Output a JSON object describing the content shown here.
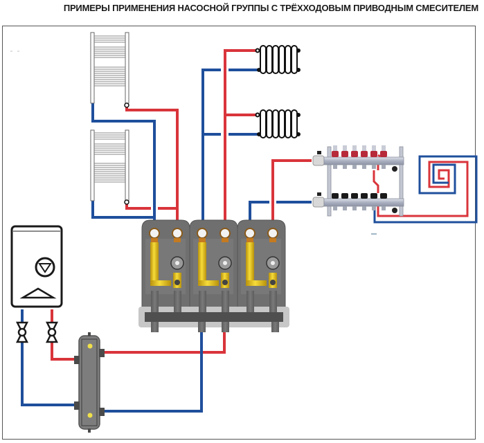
{
  "title": "ПРИМЕРЫ ПРИМЕНЕНИЯ НАСОСНОЙ ГРУППЫ С ТРЁХХОДОВЫМ ПРИВОДНЫМ СМЕСИТЕЛЕМ",
  "colors": {
    "supply_pipe": "#d9343b",
    "return_pipe": "#1f4f9c",
    "frame": "#555555",
    "pump_group_body": "#6b6b6b",
    "brass": "#e8c21e",
    "header_bar": "#c7c7c7"
  },
  "components": {
    "towel_radiators": [
      {
        "name": "towel-radiator-top"
      },
      {
        "name": "towel-radiator-bottom"
      }
    ],
    "section_radiators": [
      {
        "name": "section-radiator-top"
      },
      {
        "name": "section-radiator-bottom"
      }
    ],
    "pump_groups": [
      {
        "name": "pump-group-1"
      },
      {
        "name": "pump-group-2"
      },
      {
        "name": "pump-group-3"
      }
    ],
    "underfloor_manifold": {
      "name": "underfloor-manifold",
      "loops": 6
    },
    "floor_heating_coil": {
      "name": "floor-heating-coil"
    },
    "boiler": {
      "name": "wall-boiler"
    },
    "hydraulic_separator": {
      "name": "hydraulic-separator"
    },
    "shutoff_valves": 2
  }
}
